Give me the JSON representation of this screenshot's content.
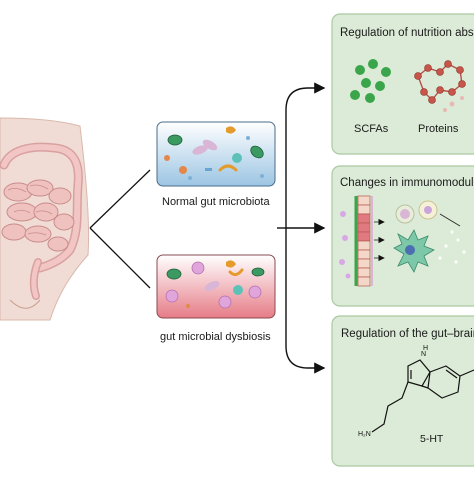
{
  "microbiota": {
    "normal_label": "Normal gut microbiota",
    "dysbiosis_label": "gut microbial dysbiosis"
  },
  "boxes": {
    "nutrition": {
      "title": "Regulation of  nutrition absc",
      "items": [
        "SCFAs",
        "Proteins"
      ]
    },
    "immuno": {
      "title": "Changes in immunomodulat"
    },
    "gut_brain": {
      "title": "Regulation of the gut–brain",
      "molecule_label": "5-HT",
      "nh_label": "N\nH",
      "nh2_label": "H₂N"
    }
  },
  "colors": {
    "box_fill": "#dcebd7",
    "box_stroke": "#a9c9a0",
    "normal_top": "#ffffff",
    "normal_bottom": "#9fc7e3",
    "dysbiosis_top": "#ffffff",
    "dysbiosis_bottom": "#e87f8a",
    "scfa_green": "#3aa54b",
    "protein_red": "#c8554a"
  }
}
